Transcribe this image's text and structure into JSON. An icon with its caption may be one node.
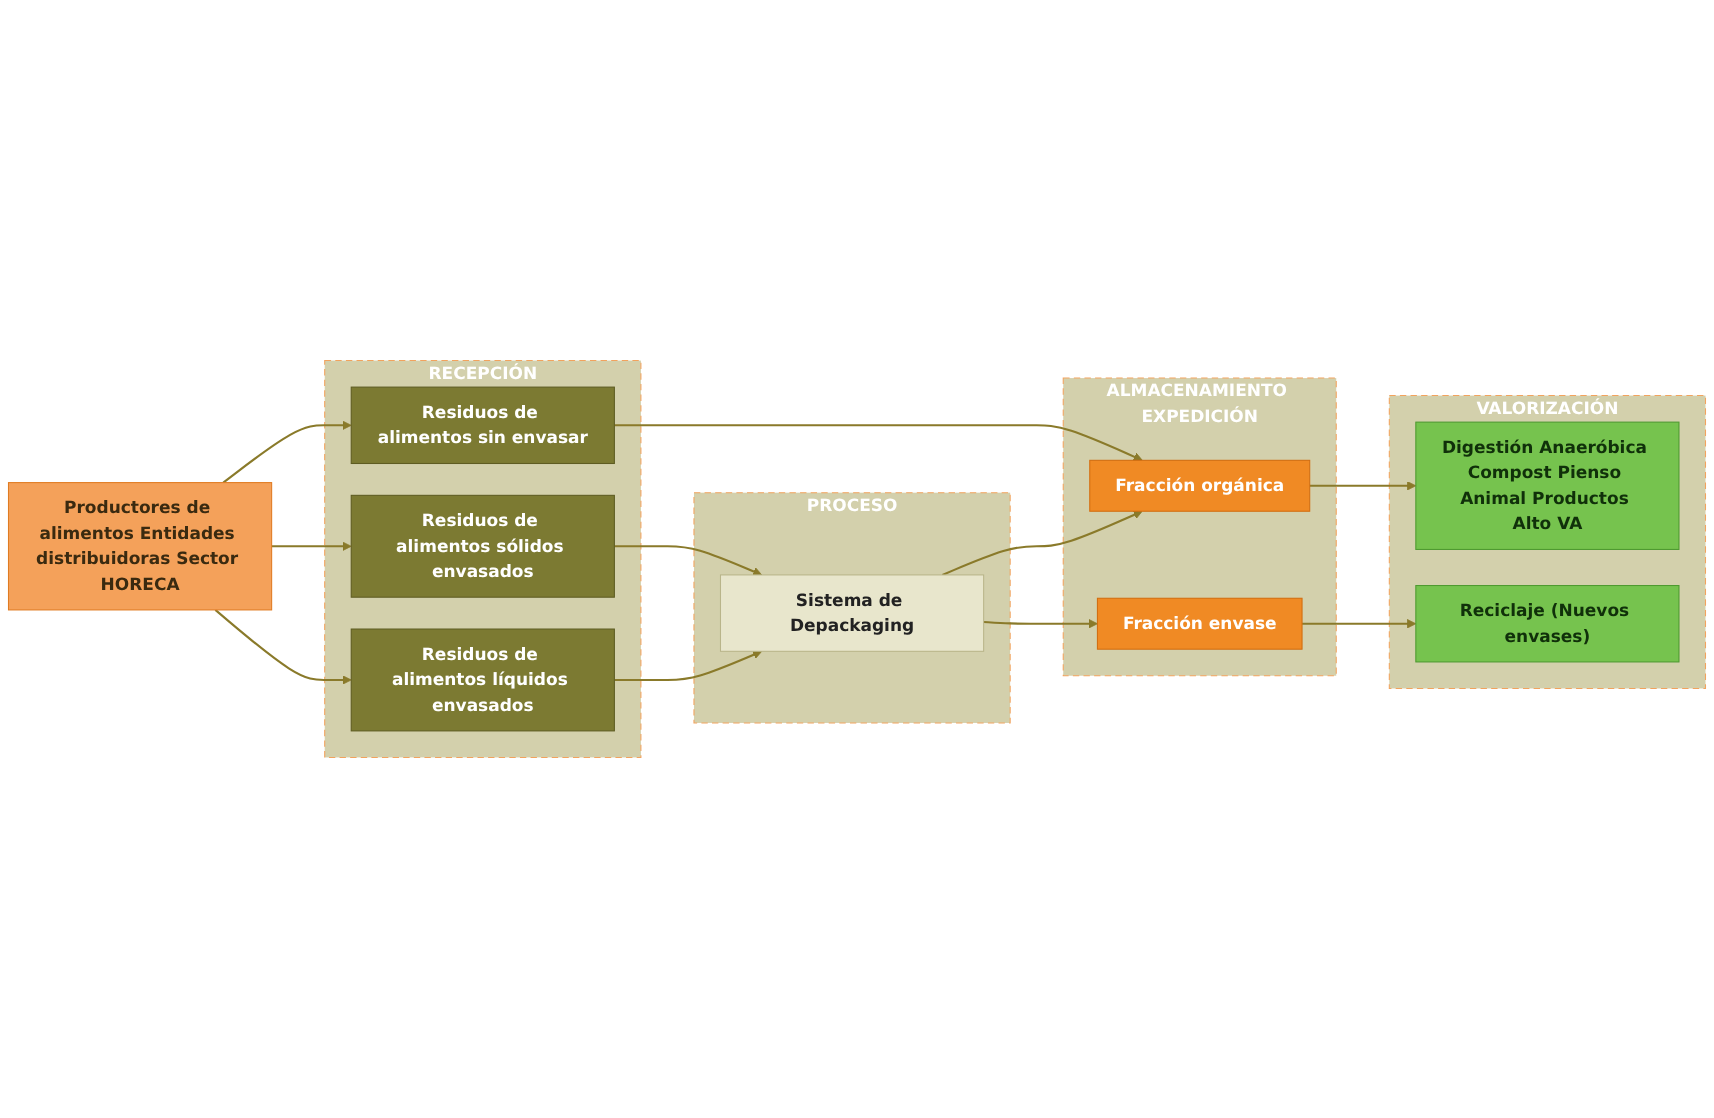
{
  "diagram": {
    "nodes": [
      {
        "text": [
          "Productores de alimentos Entidades distribuidoras Sector HORECA"
        ]
      },
      {
        "text": [
          "RECEPCIÓN"
        ]
      },
      {
        "text": [
          "Residuos de alimentos sin envasar"
        ],
        "in": 1
      },
      {
        "text": [
          "Residuos de alimentos sólidos envasados"
        ],
        "in": 1
      },
      {
        "text": [
          "Residuos de alimentos líquidos envasados"
        ],
        "in": 1
      },
      {
        "text": [
          "PROCESO"
        ]
      },
      {
        "text": [
          "Sistema de Depackaging"
        ],
        "in": 5
      },
      {
        "text": [
          "ALMACENAMIENTO EXPEDICIÓN"
        ]
      },
      {
        "text": [
          "Fracción orgánica"
        ],
        "in": 7
      },
      {
        "text": [
          "Fracción envase"
        ],
        "in": 7
      },
      {
        "text": [
          "VALORIZACIÓN"
        ]
      },
      {
        "text": [
          "Digestión Anaeróbica Compost Pienso Animal Productos Alto VA"
        ],
        "in": 10
      },
      {
        "text": [
          "Reciclaje (Nuevos envases)"
        ],
        "in": 10
      }
    ],
    "edges": [
      {
        "from": 0,
        "to": 2,
        "arrow": "to"
      },
      {
        "from": 0,
        "to": 3,
        "arrow": "to"
      },
      {
        "from": 0,
        "to": 4,
        "arrow": "to"
      },
      {
        "from": 2,
        "to": 8,
        "arrow": "to"
      },
      {
        "from": 3,
        "to": 6,
        "arrow": "to"
      },
      {
        "from": 4,
        "to": 6,
        "arrow": "to"
      },
      {
        "from": 6,
        "to": 8,
        "arrow": "to"
      },
      {
        "from": 6,
        "to": 9,
        "arrow": "to"
      },
      {
        "from": 8,
        "to": 11,
        "arrow": "to"
      },
      {
        "from": 9,
        "to": 12,
        "arrow": "to"
      }
    ]
  }
}
